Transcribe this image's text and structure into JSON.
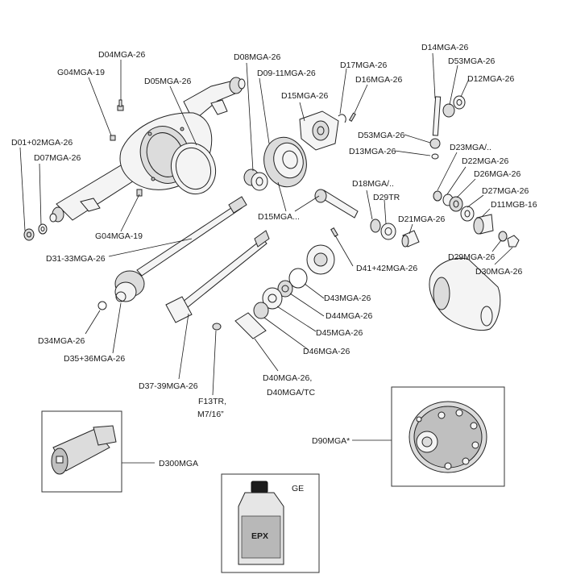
{
  "labels": {
    "d04": "D04MGA-26",
    "g04_top": "G04MGA-19",
    "d05": "D05MGA-26",
    "d08": "D08MGA-26",
    "d09": "D09-11MGA-26",
    "d15_top": "D15MGA-26",
    "d17": "D17MGA-26",
    "d16": "D16MGA-26",
    "d14": "D14MGA-26",
    "d53_top": "D53MGA-26",
    "d12": "D12MGA-26",
    "d01": "D01+02MGA-26",
    "d07": "D07MGA-26",
    "d53_mid": "D53MGA-26",
    "d13": "D13MGA-26",
    "d23": "D23MGA/..",
    "d22": "D22MGA-26",
    "d26": "D26MGA-26",
    "d18": "D18MGA/..",
    "d29tr": "D29TR",
    "d27": "D27MGA-26",
    "d11": "D11MGB-16",
    "d15_low": "D15MGA...",
    "d21": "D21MGA-26",
    "g04_low": "G04MGA-19",
    "d31": "D31-33MGA-26",
    "d41": "D41+42MGA-26",
    "d29": "D29MGA-26",
    "d30": "D30MGA-26",
    "d43": "D43MGA-26",
    "d44": "D44MGA-26",
    "d34": "D34MGA-26",
    "d45": "D45MGA-26",
    "d35": "D35+36MGA-26",
    "d46": "D46MGA-26",
    "d40_line1": "D40MGA-26,",
    "d40_line2": "D40MGA/TC",
    "d37": "D37-39MGA-26",
    "f13_line1": "F13TR,",
    "f13_line2": "M7/16”",
    "d90": "D90MGA*",
    "d300": "D300MGA",
    "ge": "GE"
  },
  "oil_bottle": {
    "brand_text": "EPX",
    "cap_color": "#1c1c1c",
    "body_color": "#e6e6e6",
    "label_color": "#b8b8b8"
  },
  "icons": [
    "differential-housing",
    "half-shaft",
    "crown-wheel",
    "pinion",
    "bearing",
    "gasket",
    "oil-bottle",
    "pinion-tool",
    "lsd-unit"
  ]
}
